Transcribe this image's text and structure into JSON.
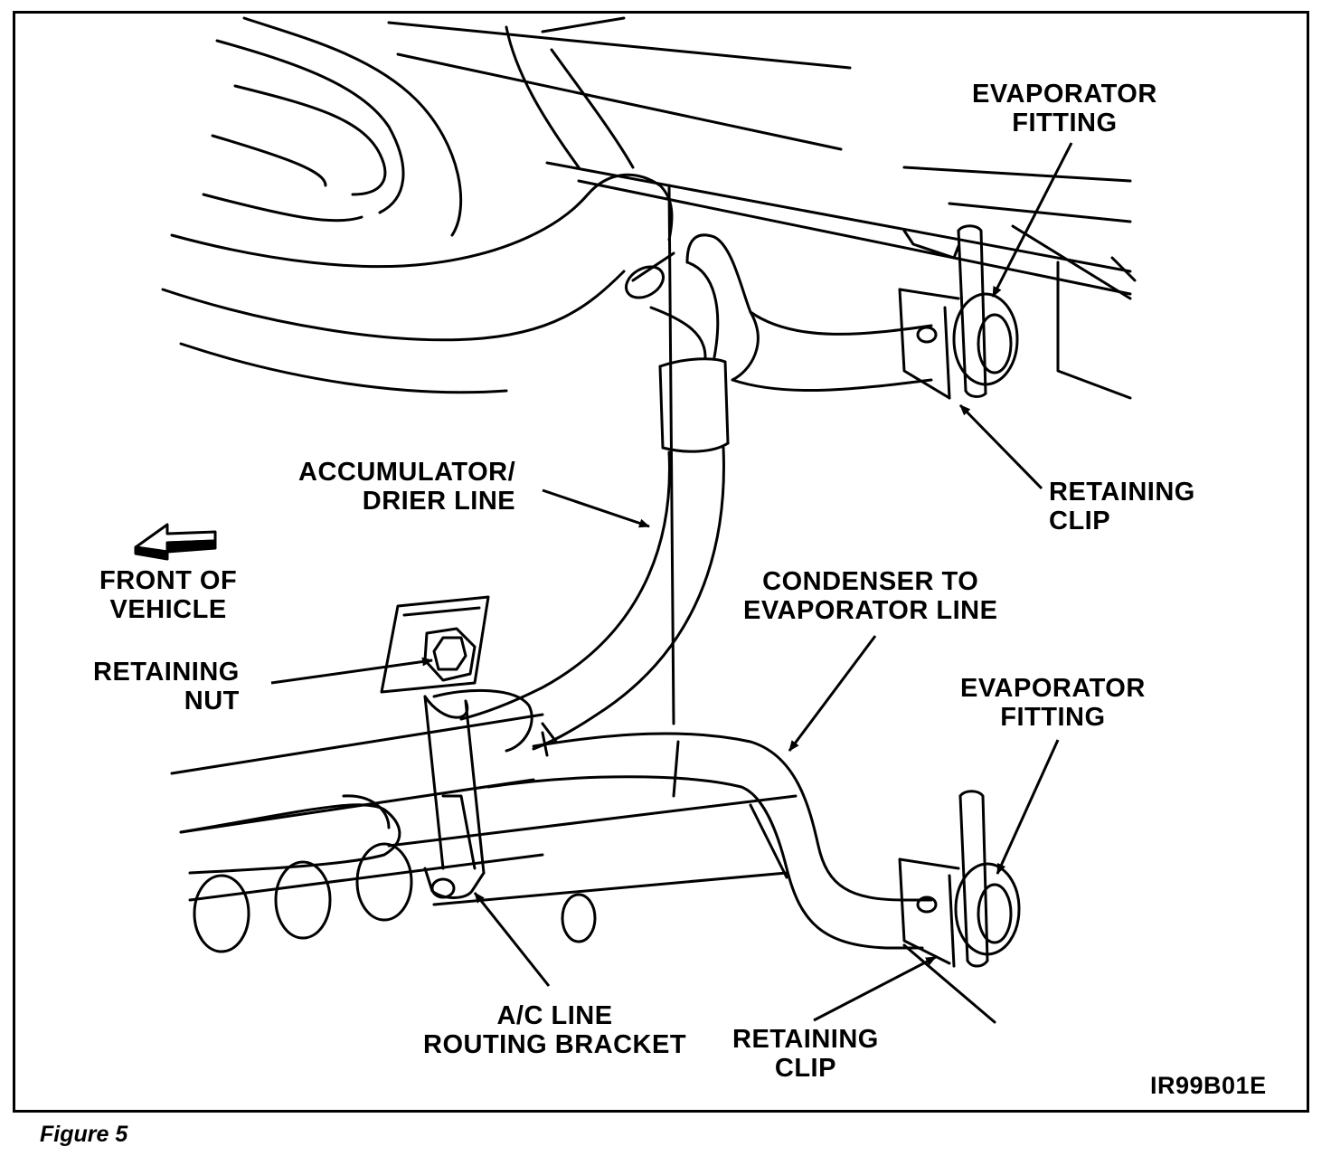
{
  "figure": {
    "caption": "Figure 5",
    "code": "IR99B01E"
  },
  "labels": {
    "evap_fitting_top": [
      "EVAPORATOR",
      "FITTING"
    ],
    "retaining_clip_top": [
      "RETAINING",
      "CLIP"
    ],
    "accumulator_line": [
      "ACCUMULATOR/",
      "DRIER LINE"
    ],
    "front_of_vehicle": [
      "FRONT OF",
      "VEHICLE"
    ],
    "condenser_line": [
      "CONDENSER TO",
      "EVAPORATOR LINE"
    ],
    "retaining_nut": [
      "RETAINING",
      "NUT"
    ],
    "evap_fitting_bottom": [
      "EVAPORATOR",
      "FITTING"
    ],
    "ac_bracket": [
      "A/C LINE",
      "ROUTING BRACKET"
    ],
    "retaining_clip_bottom": [
      "RETAINING",
      "CLIP"
    ]
  },
  "colors": {
    "ink": "#000000",
    "paper": "#ffffff"
  }
}
